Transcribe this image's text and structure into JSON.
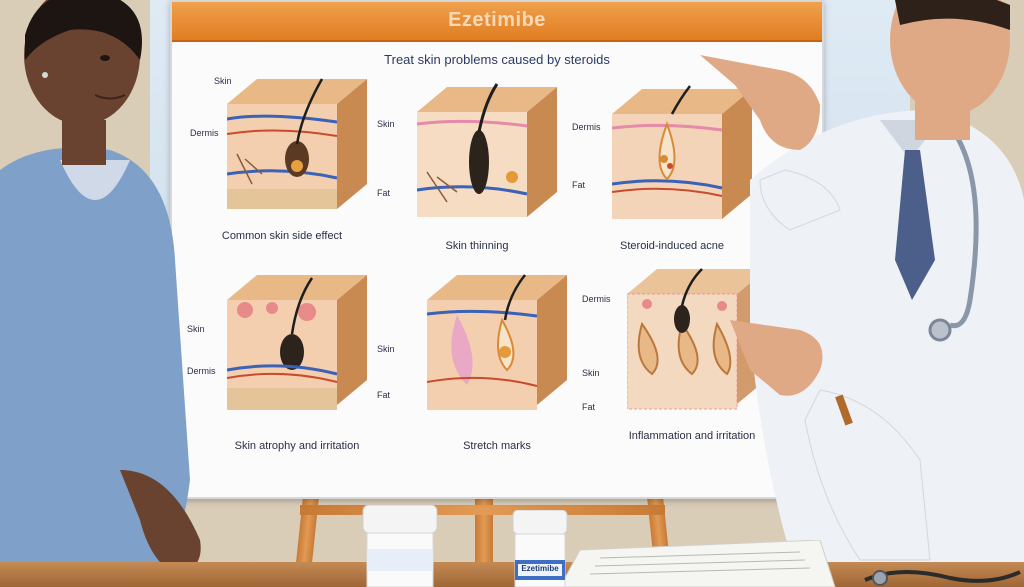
{
  "board": {
    "title": "Ezetimibe",
    "subtitle": "Treat skin problems caused by steroids"
  },
  "panels": [
    {
      "caption": "Common skin side effect"
    },
    {
      "caption": "Skin thinning"
    },
    {
      "caption": "Steroid-induced acne"
    },
    {
      "caption": "Skin atrophy and irritation"
    },
    {
      "caption": "Stretch marks"
    },
    {
      "caption": "Inflammation and irritation"
    }
  ],
  "layer_labels": [
    "Skin",
    "Dermis",
    "Fat"
  ],
  "bottle": {
    "label": "Ezetimibe"
  },
  "colors": {
    "header": "#e07d22",
    "skin_top": "#e8b887",
    "dermis": "#f3cfb0",
    "vein_blue": "#3a62b6",
    "vein_red": "#c94a2c",
    "coat": "#eef1f5",
    "patient_top": "#7fa0c8"
  }
}
